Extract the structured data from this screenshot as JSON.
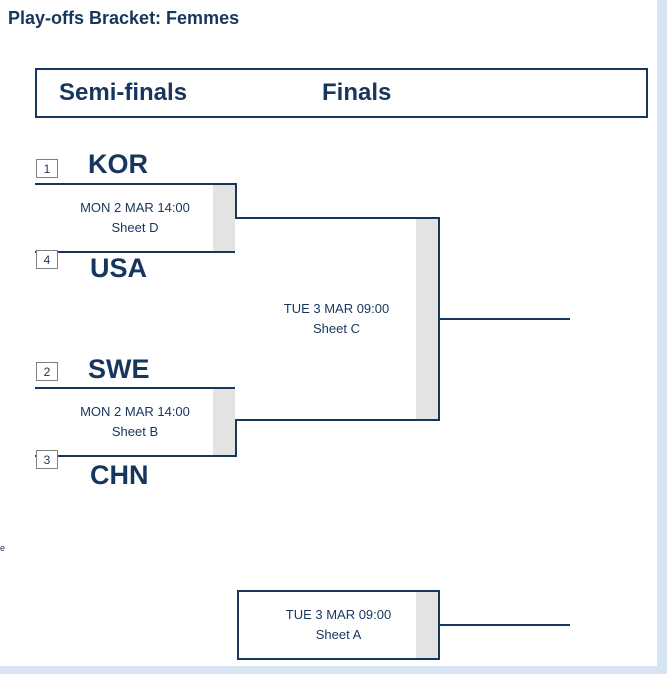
{
  "page": {
    "title": "Play-offs Bracket: Femmes",
    "edge_artifact": "e"
  },
  "header": {
    "semifinals": "Semi-finals",
    "finals": "Finals"
  },
  "bracket": {
    "semifinal1": {
      "top_seed": "1",
      "top_team": "KOR",
      "datetime": "MON 2 MAR 14:00",
      "sheet": "Sheet D",
      "bottom_seed": "4",
      "bottom_team": "USA"
    },
    "semifinal2": {
      "top_seed": "2",
      "top_team": "SWE",
      "datetime": "MON 2 MAR 14:00",
      "sheet": "Sheet B",
      "bottom_seed": "3",
      "bottom_team": "CHN"
    },
    "final": {
      "datetime": "TUE 3 MAR 09:00",
      "sheet": "Sheet C"
    },
    "consolation": {
      "datetime": "TUE 3 MAR 09:00",
      "sheet": "Sheet A"
    }
  },
  "colors": {
    "line": "#17365d",
    "shade": "#e3e3e3",
    "page_edge": "#d7e4f2"
  }
}
